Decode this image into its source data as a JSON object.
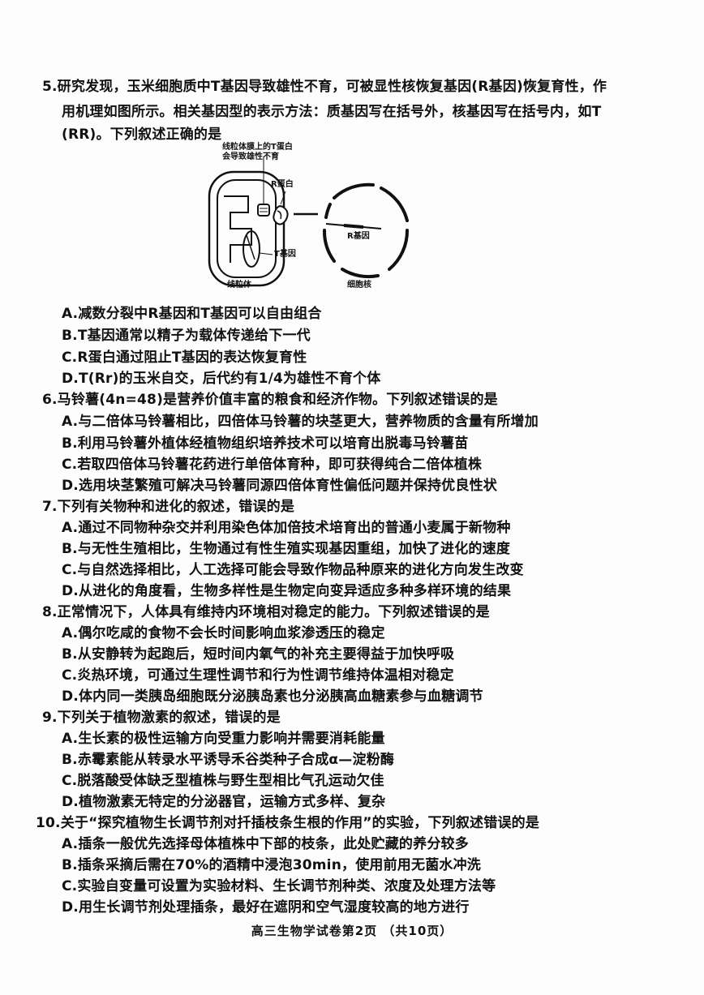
{
  "q5": {
    "line1": "5.研究发现，玉米细胞质中T基因导致雄性不育，可被显性核恢复基因(R基因)恢复育性，作",
    "line2": "用机理如图所示。相关基因型的表示方法：质基因写在括号外，核基因写在括号内，如T",
    "line3": "(RR)。下列叙述正确的是",
    "figure": {
      "label_top1": "线粒体膜上的T蛋白",
      "label_top2": "会导致雄性不育",
      "label_r_protein": "R蛋白",
      "label_t_gene": "T基因",
      "label_r_gene": "R基因",
      "label_mito": "线粒体",
      "label_nucleus": "细胞核"
    },
    "options": [
      "A.减数分裂中R基因和T基因可以自由组合",
      "B.T基因通常以精子为载体传递给下一代",
      "C.R蛋白通过阻止T基因的表达恢复育性",
      "D.T(Rr)的玉米自交，后代约有1/4为雄性不育个体"
    ]
  },
  "q6": {
    "stem": "6.马铃薯(4n=48)是营养价值丰富的粮食和经济作物。下列叙述错误的是",
    "options": [
      "A.与二倍体马铃薯相比，四倍体马铃薯的块茎更大，营养物质的含量有所增加",
      "B.利用马铃薯外植体经植物组织培养技术可以培育出脱毒马铃薯苗",
      "C.若取四倍体马铃薯花药进行单倍体育种，即可获得纯合二倍体植株",
      "D.选用块茎繁殖可解决马铃薯同源四倍体育性偏低问题并保持优良性状"
    ]
  },
  "q7": {
    "stem": "7.下列有关物种和进化的叙述，错误的是",
    "options": [
      "A.通过不同物种杂交并利用染色体加倍技术培育出的普通小麦属于新物种",
      "B.与无性生殖相比，生物通过有性生殖实现基因重组，加快了进化的速度",
      "C.与自然选择相比，人工选择可能会导致作物品种原来的进化方向发生改变",
      "D.从进化的角度看，生物多样性是生物定向变异适应多种多样环境的结果"
    ]
  },
  "q8": {
    "stem": "8.正常情况下，人体具有维持内环境相对稳定的能力。下列叙述错误的是",
    "options": [
      "A.偶尔吃咸的食物不会长时间影响血浆渗透压的稳定",
      "B.从安静转为起跑后，短时间内氧气的补充主要得益于加快呼吸",
      "C.炎热环境，可通过生理性调节和行为性调节维持体温相对稳定",
      "D.体内同一类胰岛细胞既分泌胰岛素也分泌胰高血糖素参与血糖调节"
    ]
  },
  "q9": {
    "stem": "9.下列关于植物激素的叙述，错误的是",
    "options": [
      "A.生长素的极性运输方向受重力影响并需要消耗能量",
      "B.赤霉素能从转录水平诱导禾谷类种子合成α—淀粉酶",
      "C.脱落酸受体缺乏型植株与野生型相比气孔运动欠佳",
      "D.植物激素无特定的分泌器官，运输方式多样、复杂"
    ]
  },
  "q10": {
    "stem": "10.关于“探究植物生长调节剂对扦插枝条生根的作用”的实验，下列叙述错误的是",
    "options": [
      "A.插条一般优先选择母体植株中下部的枝条，此处贮藏的养分较多",
      "B.插条采摘后需在70%的酒精中浸泡30min，使用前用无菌水冲洗",
      "C.实验自变量可设置为实验材料、生长调节剂种类、浓度及处理方法等",
      "D.用生长调节剂处理插条，最好在遮阴和空气湿度较高的地方进行"
    ]
  },
  "footer": "高三生物学试卷第2页  （共10页）"
}
